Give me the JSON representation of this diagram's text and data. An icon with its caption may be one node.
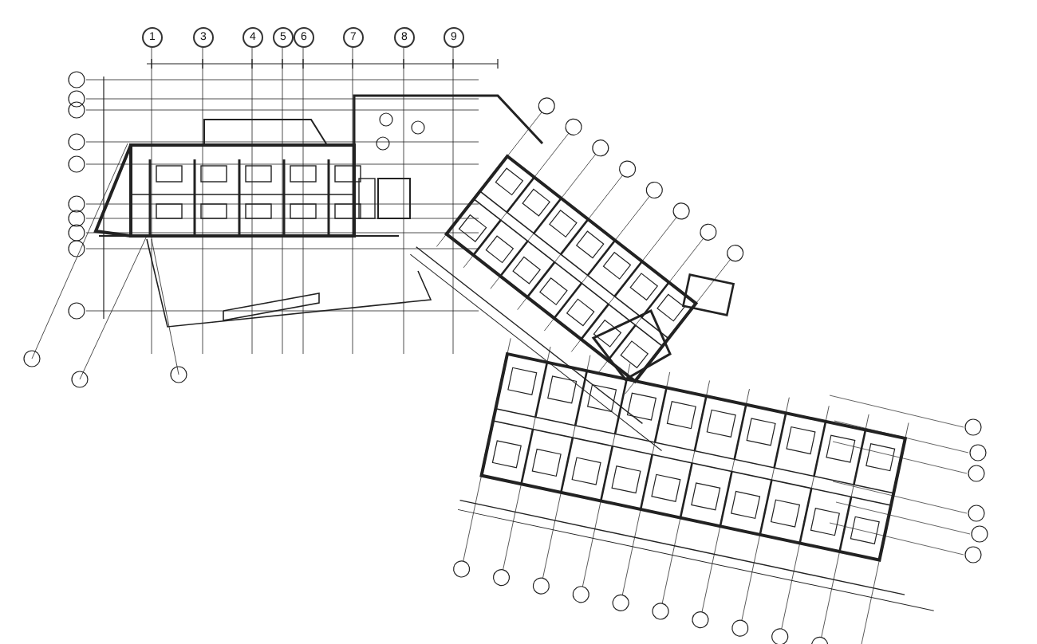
{
  "diagram": {
    "labels": [
      "1",
      "3",
      "4",
      "5",
      "6",
      "7",
      "8",
      "9"
    ]
  }
}
